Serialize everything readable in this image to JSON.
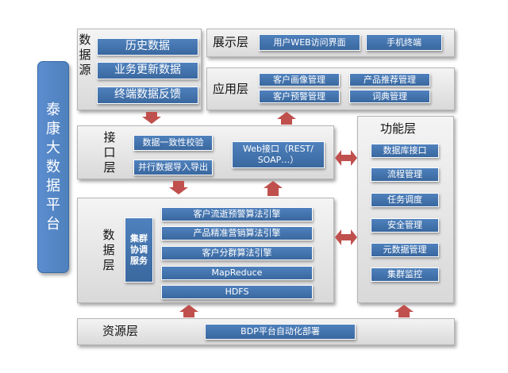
{
  "platform": "泰康大数据平台",
  "data_source": {
    "label": "数据源",
    "items": [
      "历史数据",
      "业务更新数据",
      "终端数据反馈"
    ]
  },
  "display_layer": {
    "label": "展示层",
    "items": [
      "用户WEB访问界面",
      "手机终端"
    ]
  },
  "application_layer": {
    "label": "应用层",
    "items": [
      "客户画像管理",
      "产品推荐管理",
      "客户预警管理",
      "词典管理"
    ]
  },
  "interface_layer": {
    "label": "接口层",
    "items": [
      "数据一致性校验",
      "并行数据导入导出"
    ],
    "web_interface": "Web接口（REST/\nSOAP…）"
  },
  "data_layer": {
    "label": "数据层",
    "cluster_service": "集群协调服务",
    "items": [
      "客户流逝预警算法引擎",
      "产品精准营销算法引擎",
      "客户分群算法引擎",
      "MapReduce",
      "HDFS"
    ]
  },
  "function_layer": {
    "label": "功能层",
    "items": [
      "数据库接口",
      "流程管理",
      "任务调度",
      "安全管理",
      "元数据管理",
      "集群监控"
    ]
  },
  "resource_layer": {
    "label": "资源层",
    "item": "BDP平台自动化部署"
  },
  "colors": {
    "box_blue": "#4f81bd",
    "arrow_red": "#c0504d",
    "layer_gray": "#e6e6e6",
    "platform_blue": "#4f81bd"
  }
}
